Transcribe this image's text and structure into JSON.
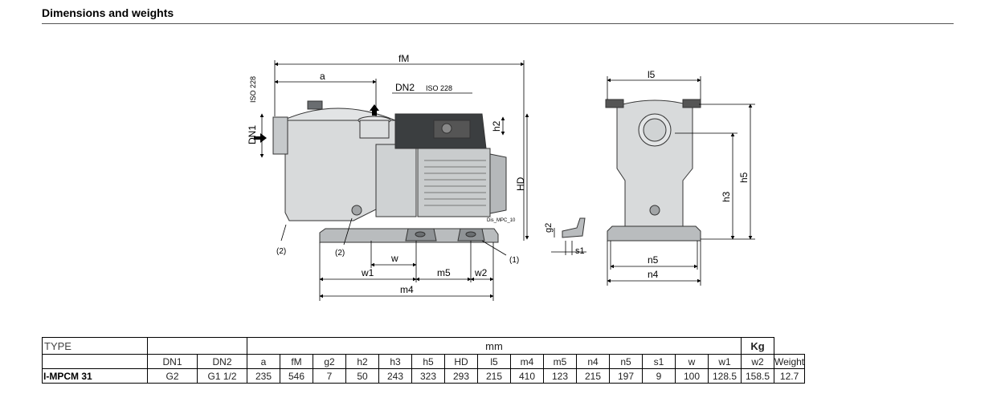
{
  "heading": "Dimensions and weights",
  "drawing": {
    "labels": {
      "fM": "fM",
      "a": "a",
      "DN2": "DN2",
      "ISO_top": "ISO 228",
      "ISO_left": "ISO 228",
      "DN1": "DN1",
      "h2": "h2",
      "HD": "HD",
      "ref": "Dis_MPC_10",
      "note1": "(1)",
      "note2_left": "(2)",
      "note2_mid": "(2)",
      "w": "w",
      "w1": "w1",
      "m5": "m5",
      "w2": "w2",
      "m4": "m4",
      "g2": "g2",
      "s1": "s1",
      "l5": "l5",
      "h3": "h3",
      "h5": "h5",
      "n5": "n5",
      "n4": "n4"
    }
  },
  "table": {
    "type_label": "TYPE",
    "unit_mm": "mm",
    "unit_kg": "Kg",
    "columns": [
      "DN1",
      "DN2",
      "a",
      "fM",
      "g2",
      "h2",
      "h3",
      "h5",
      "HD",
      "l5",
      "m4",
      "m5",
      "n4",
      "n5",
      "s1",
      "w",
      "w1",
      "w2",
      "Weight"
    ],
    "rows": [
      {
        "model": "I-MPCM 31",
        "values": [
          "G2",
          "G1 1/2",
          "235",
          "546",
          "7",
          "50",
          "243",
          "323",
          "293",
          "215",
          "410",
          "123",
          "215",
          "197",
          "9",
          "100",
          "128.5",
          "158.5",
          "12.7"
        ]
      }
    ]
  }
}
